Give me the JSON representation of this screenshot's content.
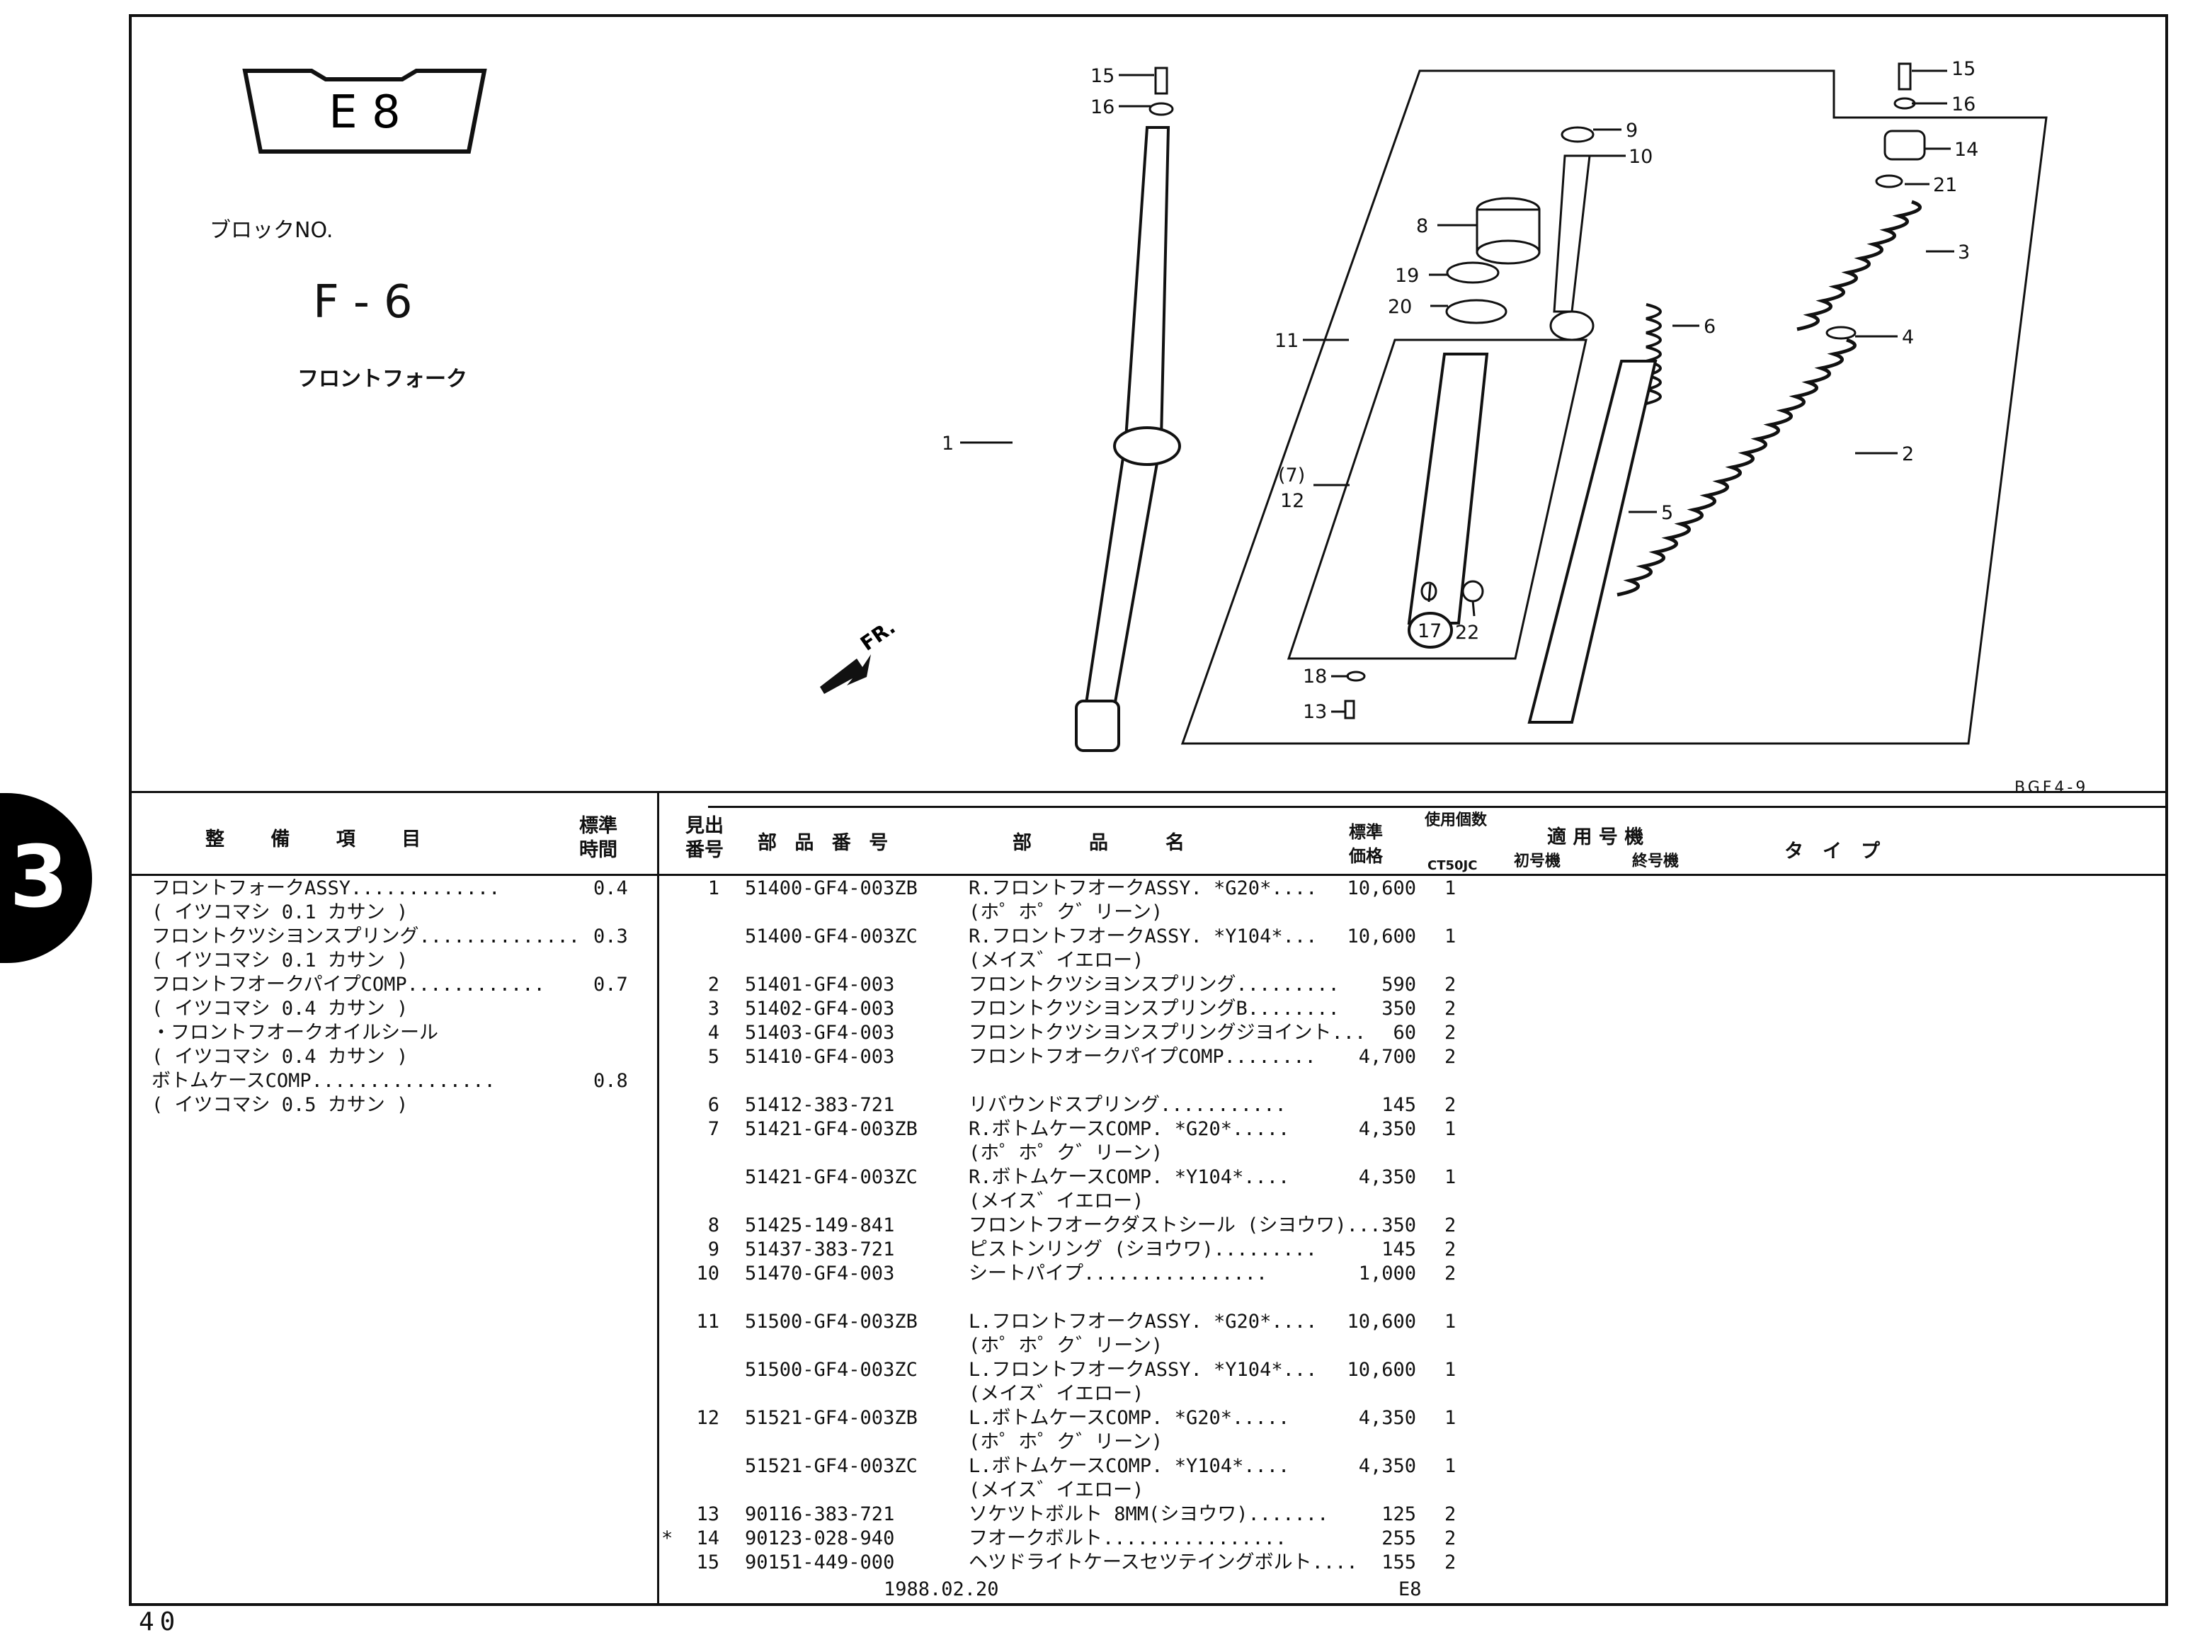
{
  "badge_label": "E 8",
  "block": {
    "label": "ブロックNO.",
    "number": "F-6",
    "title": "フロントフォーク"
  },
  "diagram": {
    "code": "BGF4-9",
    "fr_label": "FR.",
    "callouts": [
      "15",
      "16",
      "1",
      "8",
      "19",
      "20",
      "11",
      "(7)",
      "12",
      "17",
      "22",
      "18",
      "13",
      "9",
      "10",
      "6",
      "5",
      "15",
      "16",
      "14",
      "21",
      "3",
      "4",
      "2"
    ]
  },
  "side_marker": "3",
  "page_number": "40",
  "left_table": {
    "headers": {
      "item": "整 備 項 目",
      "time": "標準\n時間"
    },
    "rows": [
      {
        "text": "フロントフォークASSY.............",
        "time": "0.4"
      },
      {
        "text": "( イツコマシ 0.1 カサン )",
        "time": ""
      },
      {
        "text": "フロントクツシヨンスプリング..............",
        "time": "0.3"
      },
      {
        "text": "( イツコマシ 0.1 カサン )",
        "time": ""
      },
      {
        "text": "フロントフオークパイプCOMP............",
        "time": "0.7"
      },
      {
        "text": "( イツコマシ 0.4 カサン )",
        "time": ""
      },
      {
        "text": "・フロントフオークオイルシール",
        "time": ""
      },
      {
        "text": "( イツコマシ 0.4 カサン )",
        "time": ""
      },
      {
        "text": "ボトムケースCOMP................",
        "time": "0.8"
      },
      {
        "text": "( イツコマシ 0.5 カサン )",
        "time": ""
      }
    ]
  },
  "parts_table": {
    "headers": {
      "ref": "見出\n番号",
      "part_no": "部 品 番 号",
      "name": "部　　　品　　　名",
      "price": "標準\n価格",
      "qty_title": "使用個数",
      "qty_sub": "CT50JC",
      "applicable": "適 用 号 機",
      "first": "初号機",
      "last": "終号機",
      "type": "タ　イ　プ"
    },
    "rows": [
      {
        "mark": "",
        "ref": "1",
        "part": "51400-GF4-003ZB",
        "name": "R.フロントフオークASSY. *G20*....",
        "price": "10,600",
        "qty": "1",
        "sub": "(ホ゜ホ゜ク゛リーン)"
      },
      {
        "mark": "",
        "ref": "",
        "part": "51400-GF4-003ZC",
        "name": "R.フロントフオークASSY. *Y104*...",
        "price": "10,600",
        "qty": "1",
        "sub": "(メイス゛イエロー)"
      },
      {
        "mark": "",
        "ref": "2",
        "part": "51401-GF4-003",
        "name": "フロントクツシヨンスプリング.........",
        "price": "590",
        "qty": "2",
        "sub": ""
      },
      {
        "mark": "",
        "ref": "3",
        "part": "51402-GF4-003",
        "name": "フロントクツシヨンスプリングB........",
        "price": "350",
        "qty": "2",
        "sub": ""
      },
      {
        "mark": "",
        "ref": "4",
        "part": "51403-GF4-003",
        "name": "フロントクツシヨンスプリングジヨイント...",
        "price": "60",
        "qty": "2",
        "sub": ""
      },
      {
        "mark": "",
        "ref": "5",
        "part": "51410-GF4-003",
        "name": "フロントフオークパイプCOMP........",
        "price": "4,700",
        "qty": "2",
        "sub": ""
      },
      {
        "mark": "",
        "ref": "6",
        "part": "51412-383-721",
        "name": "リバウンドスプリング...........",
        "price": "145",
        "qty": "2",
        "sub": ""
      },
      {
        "mark": "",
        "ref": "7",
        "part": "51421-GF4-003ZB",
        "name": "R.ボトムケースCOMP. *G20*.....",
        "price": "4,350",
        "qty": "1",
        "sub": "(ホ゜ホ゜ク゛リーン)"
      },
      {
        "mark": "",
        "ref": "",
        "part": "51421-GF4-003ZC",
        "name": "R.ボトムケースCOMP. *Y104*....",
        "price": "4,350",
        "qty": "1",
        "sub": "(メイス゛イエロー)"
      },
      {
        "mark": "",
        "ref": "8",
        "part": "51425-149-841",
        "name": "フロントフオークダストシール (シヨウワ)...",
        "price": "350",
        "qty": "2",
        "sub": ""
      },
      {
        "mark": "",
        "ref": "9",
        "part": "51437-383-721",
        "name": "ピストンリング (シヨウワ).........",
        "price": "145",
        "qty": "2",
        "sub": ""
      },
      {
        "mark": "",
        "ref": "10",
        "part": "51470-GF4-003",
        "name": "シートパイプ................",
        "price": "1,000",
        "qty": "2",
        "sub": ""
      },
      {
        "mark": "",
        "ref": "11",
        "part": "51500-GF4-003ZB",
        "name": "L.フロントフオークASSY. *G20*....",
        "price": "10,600",
        "qty": "1",
        "sub": "(ホ゜ホ゜ク゛リーン)"
      },
      {
        "mark": "",
        "ref": "",
        "part": "51500-GF4-003ZC",
        "name": "L.フロントフオークASSY. *Y104*...",
        "price": "10,600",
        "qty": "1",
        "sub": "(メイス゛イエロー)"
      },
      {
        "mark": "",
        "ref": "12",
        "part": "51521-GF4-003ZB",
        "name": "L.ボトムケースCOMP. *G20*.....",
        "price": "4,350",
        "qty": "1",
        "sub": "(ホ゜ホ゜ク゛リーン)"
      },
      {
        "mark": "",
        "ref": "",
        "part": "51521-GF4-003ZC",
        "name": "L.ボトムケースCOMP. *Y104*....",
        "price": "4,350",
        "qty": "1",
        "sub": "(メイス゛イエロー)"
      },
      {
        "mark": "",
        "ref": "13",
        "part": "90116-383-721",
        "name": "ソケツトボルト 8MM(シヨウワ).......",
        "price": "125",
        "qty": "2",
        "sub": ""
      },
      {
        "mark": "*",
        "ref": "14",
        "part": "90123-028-940",
        "name": "フオークボルト................",
        "price": "255",
        "qty": "2",
        "sub": ""
      },
      {
        "mark": "",
        "ref": "15",
        "part": "90151-449-000",
        "name": "ヘツドライトケースセツテイングボルト....",
        "price": "155",
        "qty": "2",
        "sub": ""
      }
    ],
    "footer_date": "1988.02.20",
    "footer_code": "E8"
  }
}
